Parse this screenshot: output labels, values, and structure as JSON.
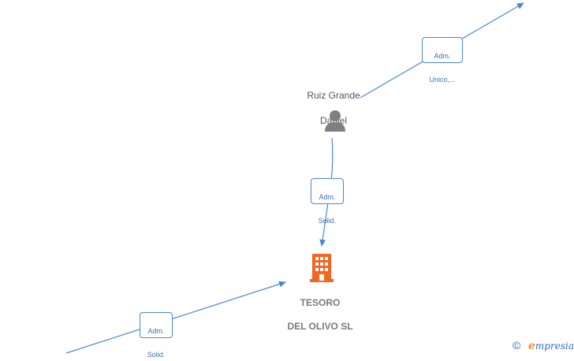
{
  "person": {
    "name_line1": "Ruiz Grande",
    "name_line2": "Daniel"
  },
  "company": {
    "name_line1": "TESORO",
    "name_line2": "DEL OLIVO  SL"
  },
  "edges": [
    {
      "label_line1": "Adm.",
      "label_line2": "Unico,..."
    },
    {
      "label_line1": "Adm.",
      "label_line2": "Solid."
    },
    {
      "label_line1": "Adm.",
      "label_line2": "Solid."
    }
  ],
  "footer": {
    "copyright": "©",
    "brand_initial": "e",
    "brand_rest": "mpresia"
  },
  "colors": {
    "edge": "#4a86d4",
    "company_icon": "#f26522",
    "person_icon": "#7f7f7f"
  }
}
